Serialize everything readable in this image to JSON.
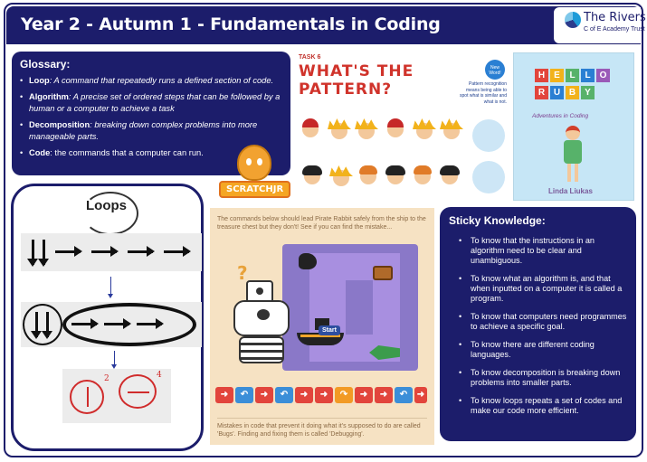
{
  "header": {
    "title": "Year 2 - Autumn 1 - Fundamentals in Coding",
    "logo_name": "The Rivers",
    "logo_sub": "C of E Academy Trust"
  },
  "glossary": {
    "heading": "Glossary:",
    "items": [
      {
        "term": "Loop",
        "definition": ": A command that repeatedly runs a defined section of code."
      },
      {
        "term": "Algorithm",
        "definition": ": A precise set of ordered steps that can be followed by a human or a computer to achieve a task"
      },
      {
        "term": "Decomposition",
        "definition": ": breaking down complex problems into more manageable parts."
      },
      {
        "term": "Code",
        "definition": ": the commands that a computer can run."
      }
    ]
  },
  "pattern": {
    "task": "TASK 6",
    "title": "WHAT'S THE PATTERN?",
    "badge": "New Word!",
    "definition": "Pattern recognition means being able to spot what is similar and what is not."
  },
  "book": {
    "title_letters": [
      "H",
      "E",
      "L",
      "L",
      "O",
      "R",
      "U",
      "B",
      "Y"
    ],
    "subtitle": "Adventures in Coding",
    "author": "Linda Liukas"
  },
  "scratch": {
    "label": "SCRATCHJR"
  },
  "loops": {
    "title": "Loops",
    "sup_a": "2",
    "sup_b": "4"
  },
  "game": {
    "instructions": "The commands below should lead Pirate Rabbit safely from the ship to the treasure chest but they don't! See if you can find the mistake...",
    "start_label": "Start",
    "question_mark": "?",
    "footer": "Mistakes in code that prevent it doing what it's supposed to do are called 'Bugs'. Finding and fixing them is called 'Debugging'."
  },
  "sticky": {
    "heading": "Sticky Knowledge:",
    "items": [
      "To know that the instructions in an algorithm need to be clear and unambiguous.",
      "To know what an algorithm is, and that when inputted on a computer it is called a program.",
      "To know that computers need programmes to achieve a specific goal.",
      "To know there are different coding languages.",
      "To know decomposition is breaking down problems into smaller parts.",
      "To know loops repeats a set of codes and make our code more efficient."
    ]
  },
  "colors": {
    "navy": "#1c1d6b",
    "title_red": "#d0332b",
    "scratch_orange": "#f5a623",
    "game_bg": "#f6e2c3"
  }
}
